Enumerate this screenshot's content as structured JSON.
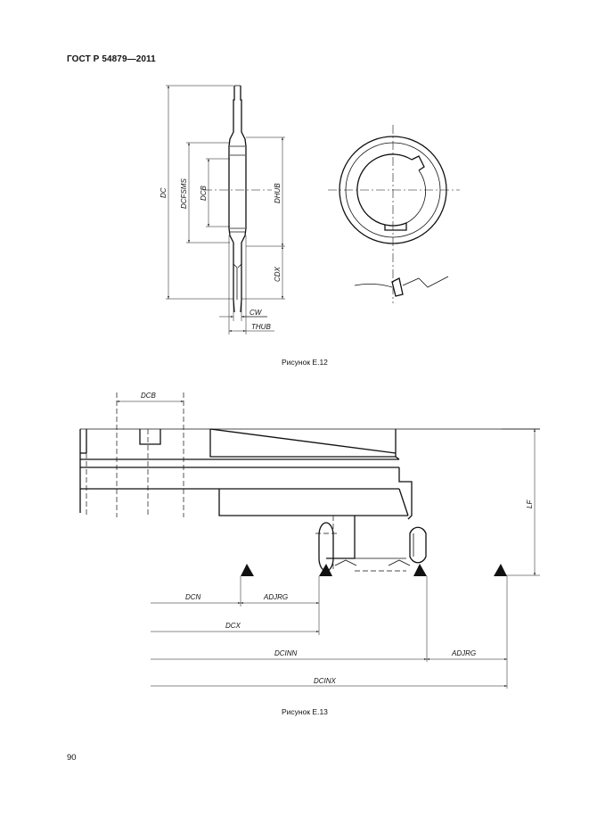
{
  "document": {
    "standard": "ГОСТ Р 54879—2011",
    "page_number": "90"
  },
  "figure_e12": {
    "caption": "Рисунок Е.12",
    "labels": {
      "dc": "DC",
      "dcfsms": "DCFSMS",
      "dcb": "DCB",
      "dhub": "DHUB",
      "cdx": "CDX",
      "cw": "CW",
      "thub": "THUB"
    }
  },
  "figure_e13": {
    "caption": "Рисунок Е.13",
    "labels": {
      "dcb": "DCB",
      "lf": "LF",
      "dcn": "DCN",
      "adjrg_1": "ADJRG",
      "dcx": "DCX",
      "dcinn": "DCINN",
      "adjrg_2": "ADJRG",
      "dcinx": "DCINX"
    }
  }
}
